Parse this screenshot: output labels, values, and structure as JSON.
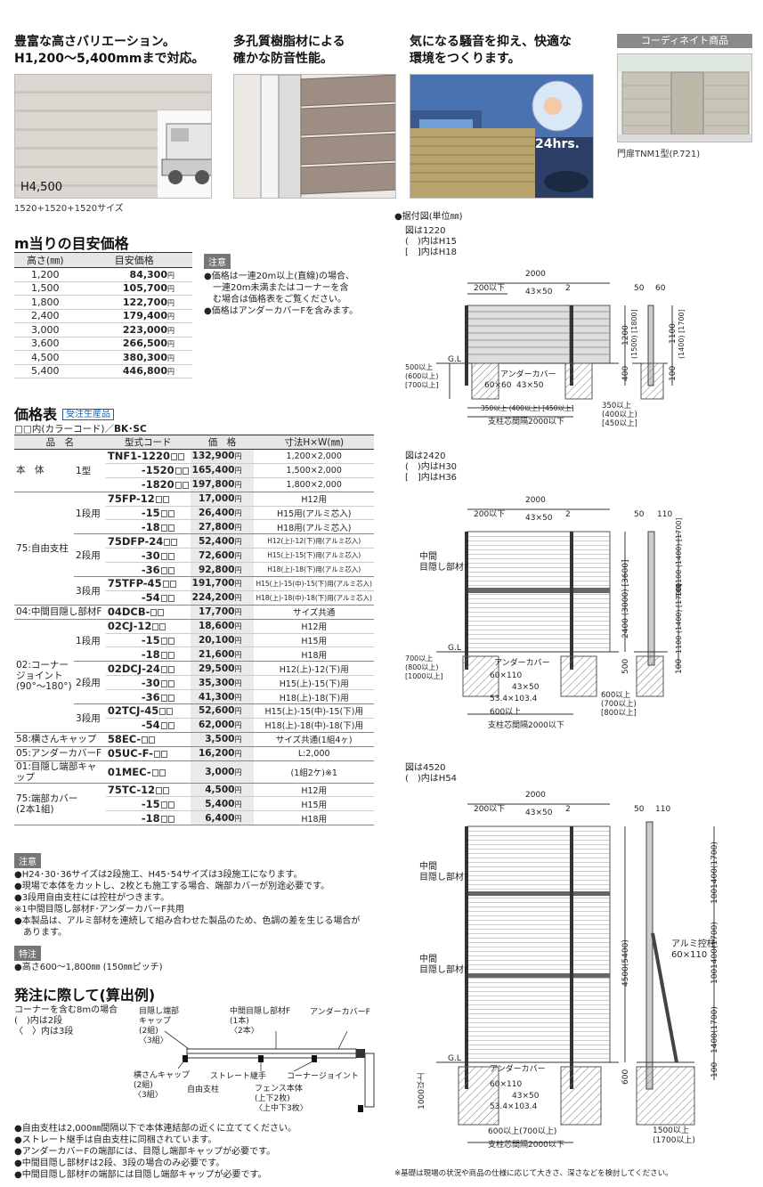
{
  "features": [
    {
      "title": "豊富な高さバリエーション。\nH1,200～5,400mmまで対応。",
      "overlay": "H4,500",
      "caption": "1520+1520+1520サイズ"
    },
    {
      "title": "多孔質樹脂材による\n確かな防音性能。"
    },
    {
      "title": "気になる騒音を抑え、快適な\n環境をつくります。",
      "sign": "24hrs."
    },
    {
      "head": "コーディネイト商品",
      "caption": "門扉TNM1型(P.721)"
    }
  ],
  "unit_price": {
    "title": "m当りの目安価格",
    "headers": [
      "高さ(㎜)",
      "目安価格"
    ],
    "yen": "円",
    "rows": [
      [
        "1,200",
        "84,300"
      ],
      [
        "1,500",
        "105,700"
      ],
      [
        "1,800",
        "122,700"
      ],
      [
        "2,400",
        "179,400"
      ],
      [
        "3,000",
        "223,000"
      ],
      [
        "3,600",
        "266,500"
      ],
      [
        "4,500",
        "380,300"
      ],
      [
        "5,400",
        "446,800"
      ]
    ]
  },
  "attention1": {
    "tag": "注意",
    "items": [
      "●価格は一連20m以上(直線)の場合、\n　一連20m未満またはコーナーを含\n　む場合は価格表をご覧ください。",
      "●価格はアンダーカバーFを含みます。"
    ]
  },
  "price_table": {
    "title": "価格表",
    "badge": "受注生産品",
    "color_note": "□□内(カラーコード)／",
    "color_codes": "BK･SC",
    "headers": [
      "品　名",
      "型式コード",
      "価　格",
      "寸法H×W(㎜)"
    ],
    "yen": "円",
    "groups": [
      {
        "name": "本　体",
        "subs": [
          {
            "name": "1型",
            "rows": [
              [
                "TNF1-1220",
                "132,900",
                "1,200×2,000",
                0
              ],
              [
                "-1520",
                "165,400",
                "1,500×2,000",
                0
              ],
              [
                "-1820",
                "197,800",
                "1,800×2,000",
                0
              ]
            ]
          }
        ]
      },
      {
        "name": "75:自由支柱",
        "subs": [
          {
            "name": "1段用",
            "rows": [
              [
                "75FP-12",
                "17,000",
                "H12用",
                0
              ],
              [
                "-15",
                "26,400",
                "H15用(アルミ芯入)",
                0
              ],
              [
                "-18",
                "27,800",
                "H18用(アルミ芯入)",
                0
              ]
            ]
          },
          {
            "name": "2段用",
            "rows": [
              [
                "75DFP-24",
                "52,400",
                "H12(上)-12(下)用(アルミ芯入)",
                1
              ],
              [
                "-30",
                "72,600",
                "H15(上)-15(下)用(アルミ芯入)",
                1
              ],
              [
                "-36",
                "92,800",
                "H18(上)-18(下)用(アルミ芯入)",
                1
              ]
            ]
          },
          {
            "name": "3段用",
            "rows": [
              [
                "75TFP-45",
                "191,700",
                "H15(上)-15(中)-15(下)用(アルミ芯入)",
                1
              ],
              [
                "-54",
                "224,200",
                "H18(上)-18(中)-18(下)用(アルミ芯入)",
                1
              ]
            ]
          }
        ]
      },
      {
        "name": "04:中間目隠し部材F",
        "subs": [
          {
            "name": "",
            "rows": [
              [
                "04DCB-",
                "17,700",
                "サイズ共通",
                0
              ]
            ]
          }
        ]
      },
      {
        "name": "02:コーナー\nジョイント\n(90°～180°)",
        "subs": [
          {
            "name": "1段用",
            "rows": [
              [
                "02CJ-12",
                "18,600",
                "H12用",
                0
              ],
              [
                "-15",
                "20,100",
                "H15用",
                0
              ],
              [
                "-18",
                "21,600",
                "H18用",
                0
              ]
            ]
          },
          {
            "name": "2段用",
            "rows": [
              [
                "02DCJ-24",
                "29,500",
                "H12(上)-12(下)用",
                0
              ],
              [
                "-30",
                "35,300",
                "H15(上)-15(下)用",
                0
              ],
              [
                "-36",
                "41,300",
                "H18(上)-18(下)用",
                0
              ]
            ]
          },
          {
            "name": "3段用",
            "rows": [
              [
                "02TCJ-45",
                "52,600",
                "H15(上)-15(中)-15(下)用",
                0
              ],
              [
                "-54",
                "62,000",
                "H18(上)-18(中)-18(下)用",
                0
              ]
            ]
          }
        ]
      },
      {
        "name": "58:横さんキャップ",
        "subs": [
          {
            "name": "",
            "rows": [
              [
                "58EC-",
                "3,500",
                "サイズ共通(1組4ヶ)",
                0
              ]
            ]
          }
        ]
      },
      {
        "name": "05:アンダーカバーF",
        "subs": [
          {
            "name": "",
            "rows": [
              [
                "05UC-F-",
                "16,200",
                "L:2,000",
                0
              ]
            ]
          }
        ]
      },
      {
        "name": "01:目隠し端部キャップ",
        "subs": [
          {
            "name": "",
            "rows": [
              [
                "01MEC-",
                "3,000",
                "(1組2ケ)※1",
                0
              ]
            ]
          }
        ]
      },
      {
        "name": "75:端部カバー\n(2本1組)",
        "subs": [
          {
            "name": "",
            "rows": [
              [
                "75TC-12",
                "4,500",
                "H12用",
                0
              ],
              [
                "-15",
                "5,400",
                "H15用",
                0
              ],
              [
                "-18",
                "6,400",
                "H18用",
                0
              ]
            ]
          }
        ]
      }
    ]
  },
  "attention2": {
    "tag": "注意",
    "items": [
      "●H24･30･36サイズは2段施工、H45･54サイズは3段施工になります。",
      "●現場で本体をカットし、2枚とも施工する場合、端部カバーが別途必要です。",
      "●3段用自由支柱には控柱がつきます。",
      "※1中間目隠し部材F･アンダーカバーF共用",
      "●本製品は、アルミ部材を連続して組み合わせた製品のため、色調の差を生じる場合が\n　あります。"
    ]
  },
  "special": {
    "tag": "特注",
    "items": [
      "●高さ600～1,800㎜ (150㎜ピッチ)"
    ]
  },
  "order": {
    "title": "発注に際して(算出例)",
    "intro": "コーナーを含む8mの場合\n(　)内は2段\n〈　〉内は3段",
    "labels": {
      "cap": "目隠し端部\nキャップ\n(2組)\n〈3組〉",
      "mid": "中間目隠し部材F\n(1本)\n〈2本〉",
      "under": "アンダーカバーF",
      "yoko": "横さんキャップ\n(2組)\n〈3組〉",
      "straight": "ストレート継手",
      "free": "自由支柱",
      "corner": "コーナージョイント",
      "body": "フェンス本体\n(上下2枚)\n〈上中下3枚〉"
    },
    "notes": [
      "●自由支柱は2,000㎜間隔以下で本体連結部の近くに立ててください。",
      "●ストレート継手は自由支柱に同梱されています。",
      "●アンダーカバーFの端部には、目隠し端部キャップが必要です。",
      "●中間目隠し部材Fは2段、3段の場合のみ必要です。",
      "●中間目隠し部材Fの端部には目隠し端部キャップが必要です。"
    ]
  },
  "install": {
    "title": "●据付図(単位㎜)",
    "d1": {
      "label": "図は1220\n(　)内はH15\n[　]内はH18",
      "w": "2000",
      "pitch": "200以下",
      "post": "43×50",
      "gap": "2",
      "side": "50",
      "side2": "60",
      "h_main": "1200",
      "h_alt": "(1500) [1800]",
      "h_side": "1100",
      "h_side_alt": "(1400) [1700]",
      "gl": "G.L",
      "under": "アンダーカバー",
      "found": "60×60",
      "post2": "43×50",
      "h_under": "400",
      "h_under2": "100",
      "depth": "500以上\n(600以上)\n[700以上]",
      "bottom1": "350以上 (400以上) [450以上]",
      "bottom2": "支柱芯間隔2000以下",
      "bottom_side": "350以上\n(400以上)\n[450以上]"
    },
    "d2": {
      "label": "図は2420\n(　)内はH30\n[　]内はH36",
      "w": "2000",
      "pitch": "200以下",
      "post": "43×50",
      "gap": "2",
      "side": "50",
      "side2": "110",
      "mid_label": "中間\n目隠し部材F",
      "h_main": "2400 (3000) [3600]",
      "h_side1": "1100 (1400) [1700]",
      "h_side_mid": "100",
      "h_side2": "1100 (1400) [1700]",
      "gl": "G.L",
      "under": "アンダーカバー",
      "found": "60×110",
      "post2": "43×50",
      "reinf": "53.4×103.4",
      "h_under": "500",
      "h_under2": "100",
      "depth": "700以上\n(800以上)\n[1000以上]",
      "bottom1": "600以上",
      "bottom2": "支柱芯間隔2000以下",
      "bottom_side": "600以上\n(700以上)\n[800以上]"
    },
    "d3": {
      "label": "図は4520\n(　)内はH54",
      "w": "2000",
      "pitch": "200以下",
      "post": "43×50",
      "gap": "2",
      "side": "50",
      "side2": "110",
      "mid_label1": "中間\n目隠し部材F",
      "mid_label2": "中間\n目隠し部材F",
      "h_main": "4500(5400)",
      "h_seg": "1400(1700)",
      "h_gap": "100",
      "brace": "アルミ控柱\n60×110",
      "gl": "G.L",
      "under": "アンダーカバー",
      "found": "60×110",
      "post2": "43×50",
      "reinf": "53.4×103.4",
      "h_under": "600",
      "h_under2": "100",
      "depth": "1000以上",
      "bottom1": "600以上(700以上)",
      "bottom2": "支柱芯間隔2000以下",
      "bottom_side": "1500以上\n(1700以上)"
    },
    "footnote": "※基礎は現場の状況や商品の仕様に応じて大きさ、深さなどを検討してください。"
  }
}
